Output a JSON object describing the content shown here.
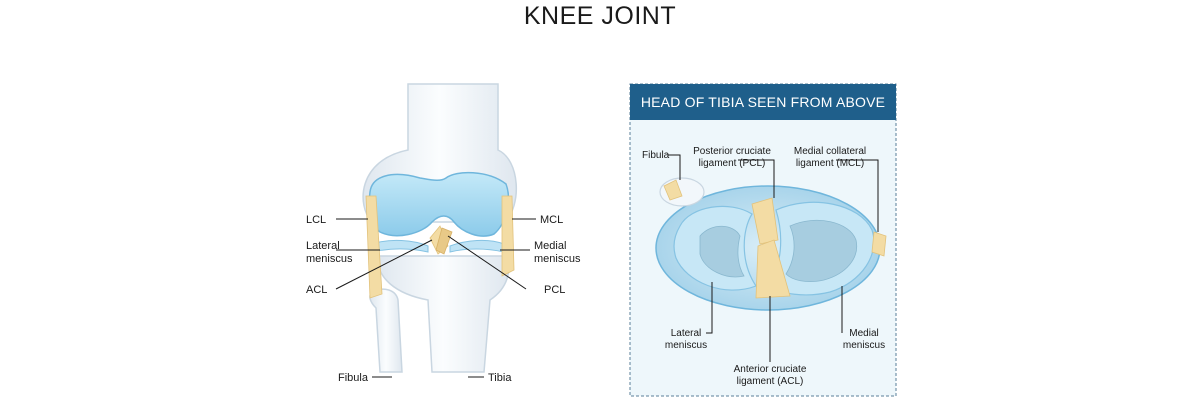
{
  "title": "KNEE JOINT",
  "front_view": {
    "labels": {
      "lcl": "LCL",
      "lateral_meniscus": [
        "Lateral",
        "meniscus"
      ],
      "acl": "ACL",
      "fibula": "Fibula",
      "mcl": "MCL",
      "medial_meniscus": [
        "Medial",
        "meniscus"
      ],
      "pcl": "PCL",
      "tibia": "Tibia"
    }
  },
  "tibia_panel": {
    "heading": "HEAD OF TIBIA SEEN FROM ABOVE",
    "labels": {
      "fibula": "Fibula",
      "pcl": [
        "Posterior cruciate",
        "ligament (PCL)"
      ],
      "mcl": [
        "Medial collateral",
        "ligament (MCL)"
      ],
      "lateral_meniscus": [
        "Lateral",
        "meniscus"
      ],
      "acl": [
        "Anterior cruciate",
        "ligament (ACL)"
      ],
      "medial_meniscus": [
        "Medial",
        "meniscus"
      ]
    }
  },
  "colors": {
    "cartilage": "#a9dbf1",
    "bone": "#f2f7fb",
    "ligament": "#f3dca4",
    "panel_header": "#1f5f8b",
    "panel_border": "#5a7f9a"
  }
}
